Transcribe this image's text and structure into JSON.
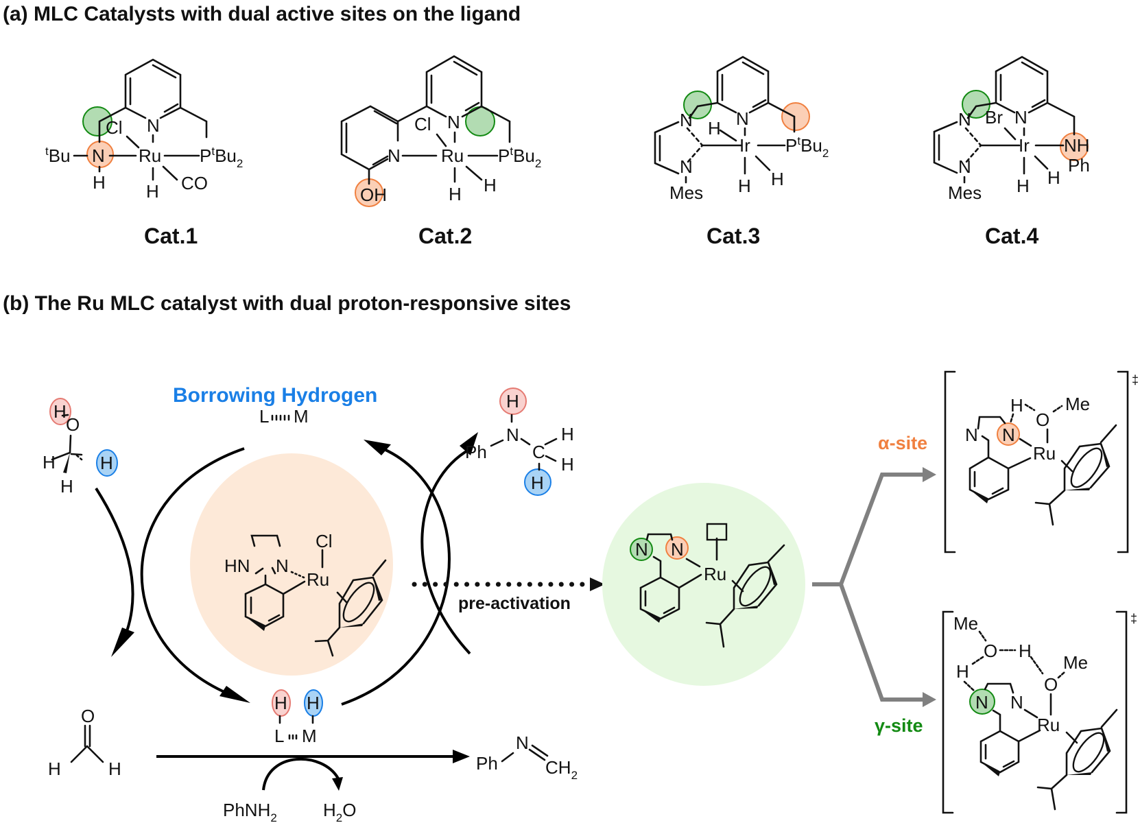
{
  "panel_a": {
    "title": "(a) MLC Catalysts with dual active sites on the ligand",
    "catalysts": [
      {
        "label": "Cat.1",
        "metal": "Ru",
        "ligands": [
          "Cl",
          "CO",
          "H",
          "PtBu2",
          "tBu-N-H"
        ],
        "alpha_site": "N (amine)",
        "gamma_site": "CH2 (arm)"
      },
      {
        "label": "Cat.2",
        "metal": "Ru",
        "ligands": [
          "Cl",
          "H",
          "H",
          "PtBu2",
          "OH (hydroxypyridine)"
        ],
        "alpha_site": "OH",
        "gamma_site": "CH2 (arm)"
      },
      {
        "label": "Cat.3",
        "metal": "Ir",
        "ligands": [
          "H",
          "H",
          "H",
          "PtBu2",
          "NHC-Mes"
        ],
        "alpha_site": "CH2 (P arm)",
        "gamma_site": "CH2 (NHC arm)"
      },
      {
        "label": "Cat.4",
        "metal": "Ir",
        "ligands": [
          "Br",
          "H",
          "H",
          "NHPh",
          "NHC-Mes"
        ],
        "alpha_site": "NH",
        "gamma_site": "CH2 (NHC arm)"
      }
    ],
    "text": {
      "cl": "Cl",
      "br": "Br",
      "n": "N",
      "ru": "Ru",
      "ir": "Ir",
      "h": "H",
      "co": "CO",
      "p": "P",
      "t": "t",
      "bu": "Bu",
      "two": "2",
      "oh": "OH",
      "mes": "Mes",
      "nh": "NH",
      "ph": "Ph"
    }
  },
  "panel_b": {
    "title": "(b) The Ru MLC catalyst with dual proton-responsive sites",
    "cycle_label": "Borrowing Hydrogen",
    "lm_top": "L┉M",
    "l": "L",
    "m": "M",
    "h": "H",
    "o": "O",
    "c": "C",
    "n": "N",
    "ph": "Ph",
    "me": "Me",
    "ru": "Ru",
    "cl": "Cl",
    "hn": "HN",
    "ch2": "CH",
    "two": "2",
    "reagent": "PhNH",
    "byproduct": "H",
    "byproduct_o": "O",
    "pre_activation": "pre-activation",
    "alpha_site": "α-site",
    "gamma_site": "γ-site",
    "dagger": "‡",
    "colors": {
      "blue_text": "#1a7fe6",
      "alpha_orange": "#f08040",
      "gamma_green": "#138a13",
      "h_red_fill": "#f9d2cf",
      "h_red_stroke": "#e57a72",
      "h_blue_fill": "#a9d3f5",
      "h_blue_stroke": "#1a7fe6",
      "precat_bg": "#fde9d8",
      "active_bg": "#e6f8e0",
      "site_orange_fill": "#fbcfb6",
      "site_orange_stroke": "#f08040",
      "site_green_fill": "#b2dcb2",
      "site_green_stroke": "#138a13"
    }
  }
}
